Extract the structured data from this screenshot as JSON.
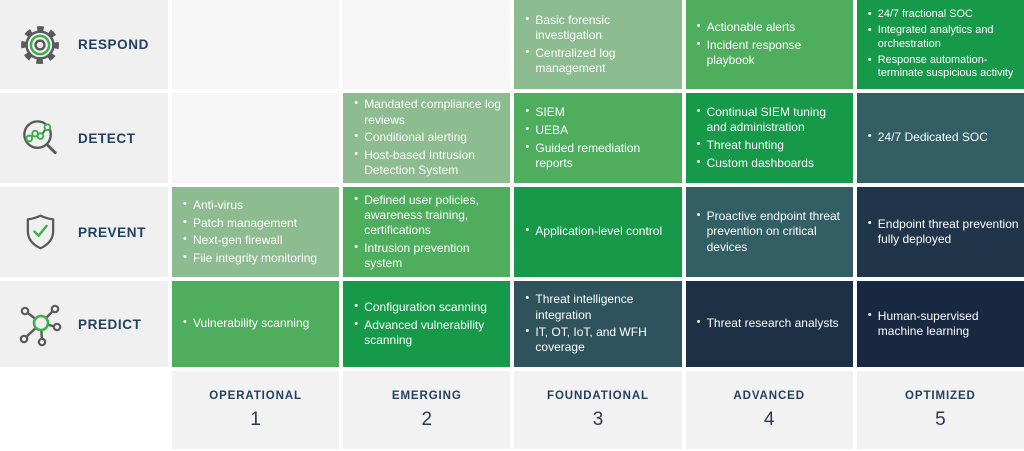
{
  "palette": {
    "band_light": "#8dbc90",
    "band_medium": "#4fae5e",
    "band_bright": "#169a4a",
    "band_teal": "#315f63",
    "band_slate": "#2e535c",
    "band_navy": "#20354a",
    "band_navy_deep": "#1d3045",
    "band_darkest": "#172840",
    "empty_cell": "#f6f6f7",
    "label_cell": "#f0f0f1",
    "footer_cell": "#f2f2f3",
    "heading_text": "#24405e",
    "cell_text": "#ffffff",
    "icon_gray": "#58595b",
    "icon_green": "#3eb049"
  },
  "rows": [
    {
      "label": "RESPOND",
      "icon": "gear-icon",
      "cells": [
        {
          "level": "OPERATIONAL",
          "bg": "empty_cell",
          "items": []
        },
        {
          "level": "EMERGING",
          "bg": "empty_cell",
          "items": []
        },
        {
          "level": "FOUNDATIONAL",
          "bg": "band_light",
          "items": [
            "Basic forensic investigation",
            "Centralized log management"
          ]
        },
        {
          "level": "ADVANCED",
          "bg": "band_medium",
          "items": [
            "Actionable alerts",
            "Incident response playbook"
          ]
        },
        {
          "level": "OPTIMIZED",
          "bg": "band_bright",
          "compact": true,
          "items": [
            "24/7 fractional SOC",
            "Integrated analytics and orchestration",
            "Response automation- terminate suspicious activity"
          ]
        }
      ]
    },
    {
      "label": "DETECT",
      "icon": "magnifier-chart-icon",
      "cells": [
        {
          "level": "OPERATIONAL",
          "bg": "empty_cell",
          "items": []
        },
        {
          "level": "EMERGING",
          "bg": "band_light",
          "items": [
            "Mandated compliance log reviews",
            "Conditional alerting",
            "Host-based Intrusion Detection System"
          ]
        },
        {
          "level": "FOUNDATIONAL",
          "bg": "band_medium",
          "items": [
            "SIEM",
            "UEBA",
            "Guided remediation reports"
          ]
        },
        {
          "level": "ADVANCED",
          "bg": "band_bright",
          "items": [
            "Continual SIEM tuning and administration",
            "Threat hunting",
            "Custom dashboards"
          ]
        },
        {
          "level": "OPTIMIZED",
          "bg": "band_teal",
          "items": [
            "24/7 Dedicated SOC"
          ]
        }
      ]
    },
    {
      "label": "PREVENT",
      "icon": "shield-check-icon",
      "cells": [
        {
          "level": "OPERATIONAL",
          "bg": "band_light",
          "items": [
            "Anti-virus",
            "Patch management",
            "Next-gen firewall",
            "File integrity monitoring"
          ]
        },
        {
          "level": "EMERGING",
          "bg": "band_medium",
          "items": [
            "Defined user policies, awareness training, certifications",
            "Intrusion prevention system"
          ]
        },
        {
          "level": "FOUNDATIONAL",
          "bg": "band_bright",
          "items": [
            "Application-level control"
          ]
        },
        {
          "level": "ADVANCED",
          "bg": "band_teal",
          "items": [
            "Proactive endpoint threat prevention on critical devices"
          ]
        },
        {
          "level": "OPTIMIZED",
          "bg": "band_navy",
          "items": [
            "Endpoint threat prevention fully deployed"
          ]
        }
      ]
    },
    {
      "label": "PREDICT",
      "icon": "network-icon",
      "cells": [
        {
          "level": "OPERATIONAL",
          "bg": "band_medium",
          "items": [
            "Vulnerability scanning"
          ]
        },
        {
          "level": "EMERGING",
          "bg": "band_bright",
          "items": [
            "Configuration scanning",
            "Advanced vulnerability scanning"
          ]
        },
        {
          "level": "FOUNDATIONAL",
          "bg": "band_slate",
          "items": [
            "Threat intelligence integration",
            "IT, OT, IoT, and WFH coverage"
          ]
        },
        {
          "level": "ADVANCED",
          "bg": "band_navy_deep",
          "items": [
            "Threat research analysts"
          ]
        },
        {
          "level": "OPTIMIZED",
          "bg": "band_darkest",
          "items": [
            "Human-supervised machine learning"
          ]
        }
      ]
    }
  ],
  "columns": [
    {
      "label": "OPERATIONAL",
      "number": "1"
    },
    {
      "label": "EMERGING",
      "number": "2"
    },
    {
      "label": "FOUNDATIONAL",
      "number": "3"
    },
    {
      "label": "ADVANCED",
      "number": "4"
    },
    {
      "label": "OPTIMIZED",
      "number": "5"
    }
  ]
}
